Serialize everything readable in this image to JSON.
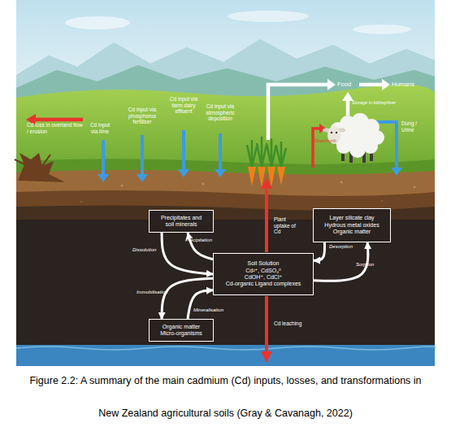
{
  "diagram": {
    "caption": "Figure 2.2: A summary of the main cadmium (Cd) inputs, losses, and transformations in New Zealand agricultural soils (Gray & Cavanagh, 2022)",
    "nodes": [
      {
        "text": [
          "Precipitates and soil minerals"
        ]
      },
      {
        "text": [
          "Soil Solution",
          "Cd²⁺, CdSO₄⁰",
          "CdOH⁺, CdCl⁺",
          "Cd-organic Ligand complexes"
        ]
      },
      {
        "text": [
          "Layer silicate clay",
          "Hydrous metal oxides",
          "Organic matter"
        ]
      },
      {
        "text": [
          "Organic matter",
          "Micro-organisms"
        ]
      }
    ],
    "edges": [
      {
        "from": 1,
        "to": 0,
        "arrow": "to",
        "label": "Precipitation"
      },
      {
        "from": 0,
        "to": 1,
        "arrow": "to",
        "label": "Dissolution"
      },
      {
        "from": 2,
        "to": 1,
        "arrow": "to",
        "label": "Desorption"
      },
      {
        "from": 1,
        "to": 2,
        "arrow": "to",
        "label": "Sorption"
      },
      {
        "from": 1,
        "to": 3,
        "arrow": "to",
        "label": "Immobilisation"
      },
      {
        "from": 3,
        "to": 1,
        "arrow": "to",
        "label": "Mineralisation"
      }
    ],
    "labels": [
      "Cd loss in overland flow / erosion",
      "Cd input via lime",
      "Cd input via phosphorus fertiliser",
      "Cd input via farm dairy effluent",
      "Cd input via atmospheric deposition",
      "Food",
      "Humans",
      "Storage in kidney/liver",
      "Grazing",
      "Dung / Urine",
      "Plant uptake of Cd",
      "Cd leaching"
    ]
  }
}
